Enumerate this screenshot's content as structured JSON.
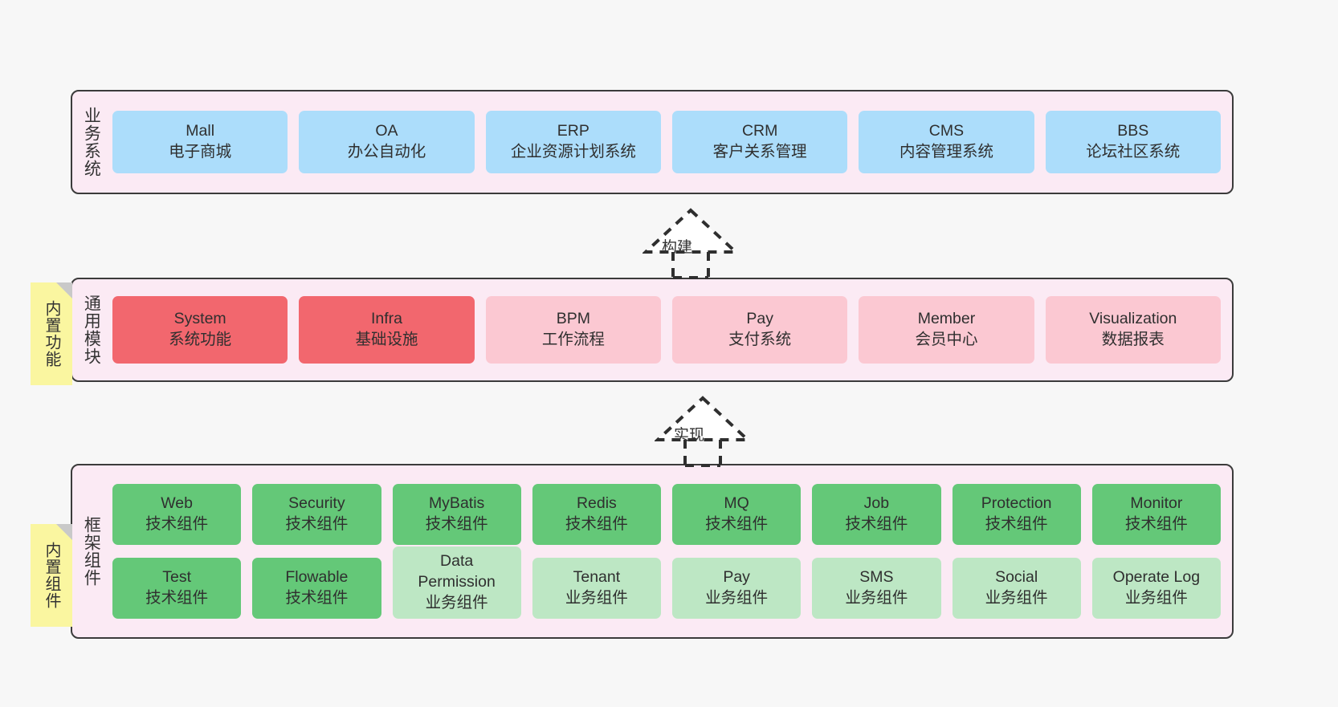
{
  "diagram": {
    "title_notes": [
      {
        "name": "builtin-functions",
        "text": "内置功能"
      },
      {
        "name": "builtin-components",
        "text": "内置组件"
      }
    ],
    "relations": [
      {
        "name": "build-relation",
        "label": "构建"
      },
      {
        "name": "implement-relation",
        "label": "实现"
      }
    ],
    "colors": {
      "background": "#f7f7f7",
      "panel_fill": "#fbeaf4",
      "panel_border": "#3b3b3b",
      "business_card": "#ACDDFB",
      "module_active": "#F2676E",
      "module_inactive": "#FBC8D2",
      "tech_component": "#64C878",
      "business_component": "#BDE7C4",
      "sticky_note": "#FAF6A0",
      "sticky_fold": "#c9c9c9"
    },
    "sections": [
      {
        "name": "business-systems",
        "label": "业务系统",
        "cards": [
          {
            "en": "Mall",
            "cn": "电子商城"
          },
          {
            "en": "OA",
            "cn": "办公自动化"
          },
          {
            "en": "ERP",
            "cn": "企业资源计划系统"
          },
          {
            "en": "CRM",
            "cn": "客户关系管理"
          },
          {
            "en": "CMS",
            "cn": "内容管理系统"
          },
          {
            "en": "BBS",
            "cn": "论坛社区系统"
          }
        ]
      },
      {
        "name": "common-modules",
        "label": "通用模块",
        "cards": [
          {
            "en": "System",
            "cn": "系统功能",
            "style": "active"
          },
          {
            "en": "Infra",
            "cn": "基础设施",
            "style": "active"
          },
          {
            "en": "BPM",
            "cn": "工作流程",
            "style": "inactive"
          },
          {
            "en": "Pay",
            "cn": "支付系统",
            "style": "inactive"
          },
          {
            "en": "Member",
            "cn": "会员中心",
            "style": "inactive"
          },
          {
            "en": "Visualization",
            "cn": "数据报表",
            "style": "inactive"
          }
        ]
      },
      {
        "name": "framework-components",
        "label": "框架组件",
        "row1": [
          {
            "en": "Web",
            "cn": "技术组件"
          },
          {
            "en": "Security",
            "cn": "技术组件"
          },
          {
            "en": "MyBatis",
            "cn": "技术组件"
          },
          {
            "en": "Redis",
            "cn": "技术组件"
          },
          {
            "en": "MQ",
            "cn": "技术组件"
          },
          {
            "en": "Job",
            "cn": "技术组件"
          },
          {
            "en": "Protection",
            "cn": "技术组件"
          },
          {
            "en": "Monitor",
            "cn": "技术组件"
          }
        ],
        "row2": [
          {
            "en": "Test",
            "cn": "技术组件",
            "style": "tech"
          },
          {
            "en": "Flowable",
            "cn": "技术组件",
            "style": "tech"
          },
          {
            "en": "Data",
            "en2": "Permission",
            "cn": "业务组件",
            "style": "business-tall"
          },
          {
            "en": "Tenant",
            "cn": "业务组件",
            "style": "business"
          },
          {
            "en": "Pay",
            "cn": "业务组件",
            "style": "business"
          },
          {
            "en": "SMS",
            "cn": "业务组件",
            "style": "business"
          },
          {
            "en": "Social",
            "cn": "业务组件",
            "style": "business"
          },
          {
            "en": "Operate Log",
            "cn": "业务组件",
            "style": "business"
          }
        ]
      }
    ]
  }
}
